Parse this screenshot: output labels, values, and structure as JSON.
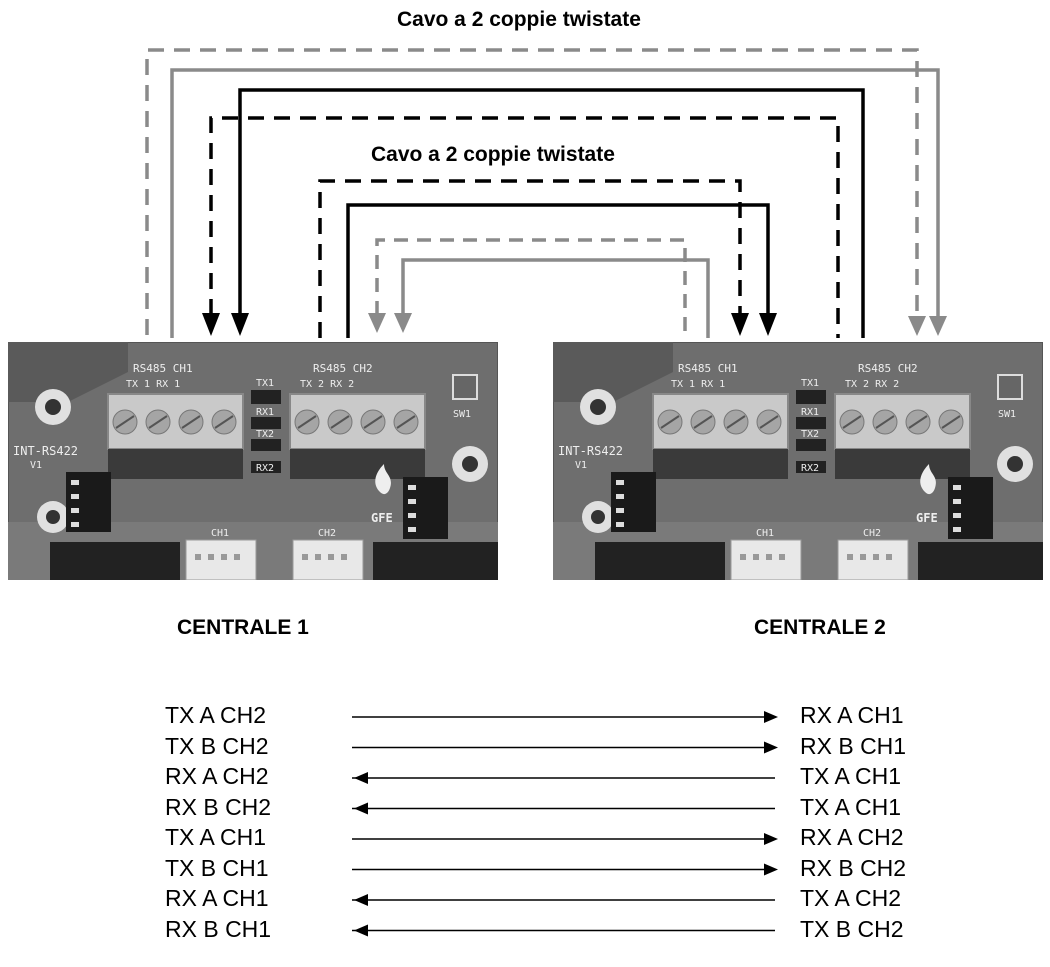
{
  "cables": {
    "outer_label": "Cavo a 2 coppie twistate",
    "inner_label": "Cavo a 2 coppie twistate"
  },
  "boards": [
    {
      "name": "CENTRALE 1",
      "model": "INT-RS422",
      "version": "V1",
      "ch1_block": "RS485 CH1",
      "ch1_pins": "TX 1   RX 1",
      "ch2_block": "RS485 CH2",
      "ch2_pins": "TX 2   RX 2",
      "led_labels": [
        "TX1",
        "RX1",
        "TX2",
        "RX2"
      ],
      "sw_label": "SW1",
      "header_labels": [
        "CH1",
        "CH2"
      ],
      "brand": "GFE"
    },
    {
      "name": "CENTRALE 2",
      "model": "INT-RS422",
      "version": "V1",
      "ch1_block": "RS485 CH1",
      "ch1_pins": "TX 1   RX 1",
      "ch2_block": "RS485 CH2",
      "ch2_pins": "TX 2   RX 2",
      "led_labels": [
        "TX1",
        "RX1",
        "TX2",
        "RX2"
      ],
      "sw_label": "SW1",
      "header_labels": [
        "CH1",
        "CH2"
      ],
      "brand": "GFE"
    }
  ],
  "connections": [
    {
      "left": "TX A CH2",
      "right": "RX A CH1",
      "direction": "right"
    },
    {
      "left": "TX B CH2",
      "right": "RX B CH1",
      "direction": "right"
    },
    {
      "left": "RX A CH2",
      "right": "TX A CH1",
      "direction": "left"
    },
    {
      "left": "RX B CH2",
      "right": "TX A CH1",
      "direction": "left"
    },
    {
      "left": "TX A CH1",
      "right": "RX A CH2",
      "direction": "right"
    },
    {
      "left": "TX B CH1",
      "right": "RX B CH2",
      "direction": "right"
    },
    {
      "left": "RX A CH1",
      "right": "TX A CH2",
      "direction": "left"
    },
    {
      "left": "RX B CH1",
      "right": "TX B CH2",
      "direction": "left"
    }
  ],
  "colors": {
    "black_wire": "#000000",
    "gray_wire": "#8a8a8a",
    "pcb": "#6e6e6e",
    "terminal": "#c9c9c9"
  }
}
